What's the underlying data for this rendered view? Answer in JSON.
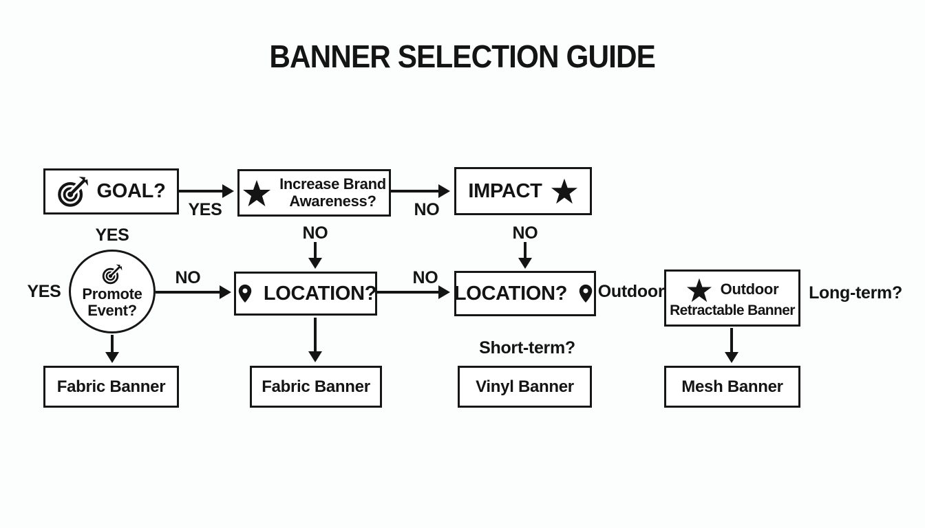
{
  "title": "BANNER SELECTION GUIDE",
  "colors": {
    "ink": "#141414",
    "background": "#fcfdfd",
    "box_fill": "#ffffff"
  },
  "nodes": {
    "goal": {
      "icon": "target",
      "label": "GOAL?"
    },
    "brand_awareness": {
      "icon": "star",
      "line1": "Increase Brand",
      "line2": "Awareness?"
    },
    "impact": {
      "icon": "star",
      "label": "IMPACT"
    },
    "promote_event": {
      "icon": "target",
      "line1": "Promote",
      "line2": "Event?"
    },
    "location_mid": {
      "icon": "location-pin",
      "label": "LOCATION?"
    },
    "location_right": {
      "icon": "location-pin",
      "label": "LOCATION?"
    },
    "outdoor_retractable": {
      "icon": "star",
      "line1": "Outdoor",
      "line2": "Retractable Banner"
    },
    "fabric_left": {
      "label": "Fabric Banner"
    },
    "fabric_mid": {
      "label": "Fabric Banner"
    },
    "vinyl": {
      "label": "Vinyl Banner"
    },
    "mesh": {
      "label": "Mesh Banner"
    }
  },
  "edge_labels": {
    "goal_to_brand": "YES",
    "brand_to_impact": "NO",
    "below_goal": "YES",
    "below_brand": "NO",
    "below_impact": "NO",
    "left_of_promote": "YES",
    "promote_to_location": "NO",
    "location_to_location": "NO",
    "outdoor": "Outdoor",
    "long_term": "Long-term?",
    "short_term": "Short-term?"
  }
}
